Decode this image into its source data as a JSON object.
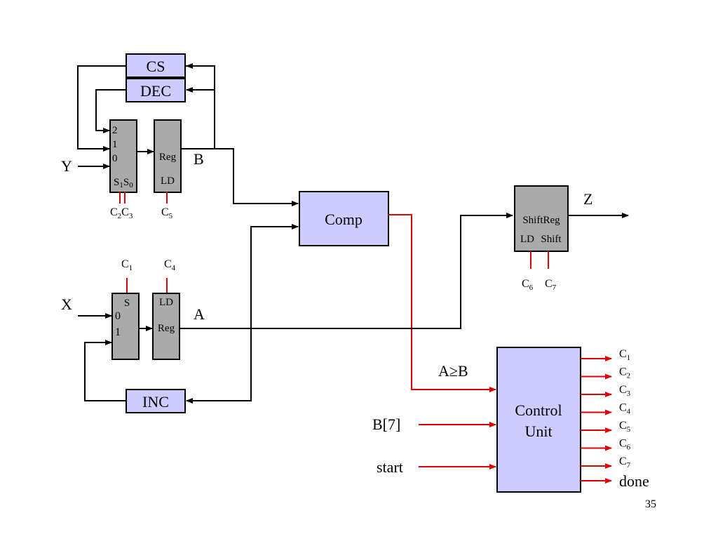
{
  "blocks": {
    "cs": "CS",
    "dec": "DEC",
    "comp": "Comp",
    "inc": "INC",
    "control_unit": [
      "Control",
      "Unit"
    ],
    "shiftreg": {
      "name": "ShiftReg",
      "ld": "LD",
      "shift": "Shift"
    },
    "reg_b": {
      "name": "Reg",
      "ld": "LD"
    },
    "reg_a": {
      "name": "Reg",
      "ld": "LD"
    },
    "mux_b": {
      "in2": "2",
      "in1": "1",
      "in0": "0",
      "sel_s": "S",
      "sel_1": "1",
      "sel_s0": "S",
      "sel_0": "0"
    },
    "mux_a": {
      "sel": "S",
      "in0": "0",
      "in1": "1"
    }
  },
  "signals": {
    "y": "Y",
    "x": "X",
    "b": "B",
    "a": "A",
    "z": "Z",
    "a_ge_b": "A≥B",
    "b7": "B[7]",
    "start": "start",
    "done": "done",
    "c_letter": "C",
    "c1": "1",
    "c2": "2",
    "c3": "3",
    "c4": "4",
    "c5": "5",
    "c6": "6",
    "c7": "7"
  },
  "control_outputs": [
    {
      "letter": "C",
      "num": "1"
    },
    {
      "letter": "C",
      "num": "2"
    },
    {
      "letter": "C",
      "num": "3"
    },
    {
      "letter": "C",
      "num": "4"
    },
    {
      "letter": "C",
      "num": "5"
    },
    {
      "letter": "C",
      "num": "6"
    },
    {
      "letter": "C",
      "num": "7"
    }
  ],
  "page_number": "35",
  "colors": {
    "block_fill": "#ccccff",
    "reg_fill": "#aaaaaa",
    "red_wire": "#e00000",
    "wire": "#000000"
  }
}
